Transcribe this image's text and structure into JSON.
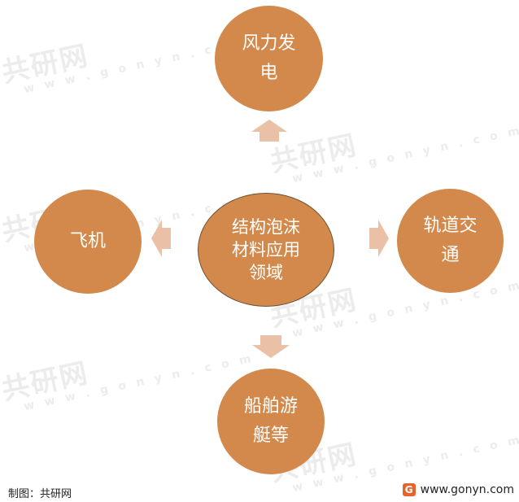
{
  "center": {
    "lines": [
      "结构泡沫",
      "材料应用",
      "领域"
    ]
  },
  "nodes": {
    "top": {
      "lines": [
        "风力发",
        "电"
      ]
    },
    "right": {
      "lines": [
        "轨道交",
        "通"
      ]
    },
    "bottom": {
      "lines": [
        "船舶游",
        "艇等"
      ]
    },
    "left": {
      "lines": [
        "飞机"
      ]
    }
  },
  "watermark": {
    "cn": "共研网",
    "en": "w w w . g o n y n . c o m"
  },
  "footer": {
    "source": "制图：共研网",
    "logo_letter": "G",
    "website": "www.gonyn.com"
  },
  "colors": {
    "node_fill": "#d3894b",
    "arrow_fill": "#eac1a6",
    "watermark": "#ececec",
    "logo": "#e8632b"
  }
}
